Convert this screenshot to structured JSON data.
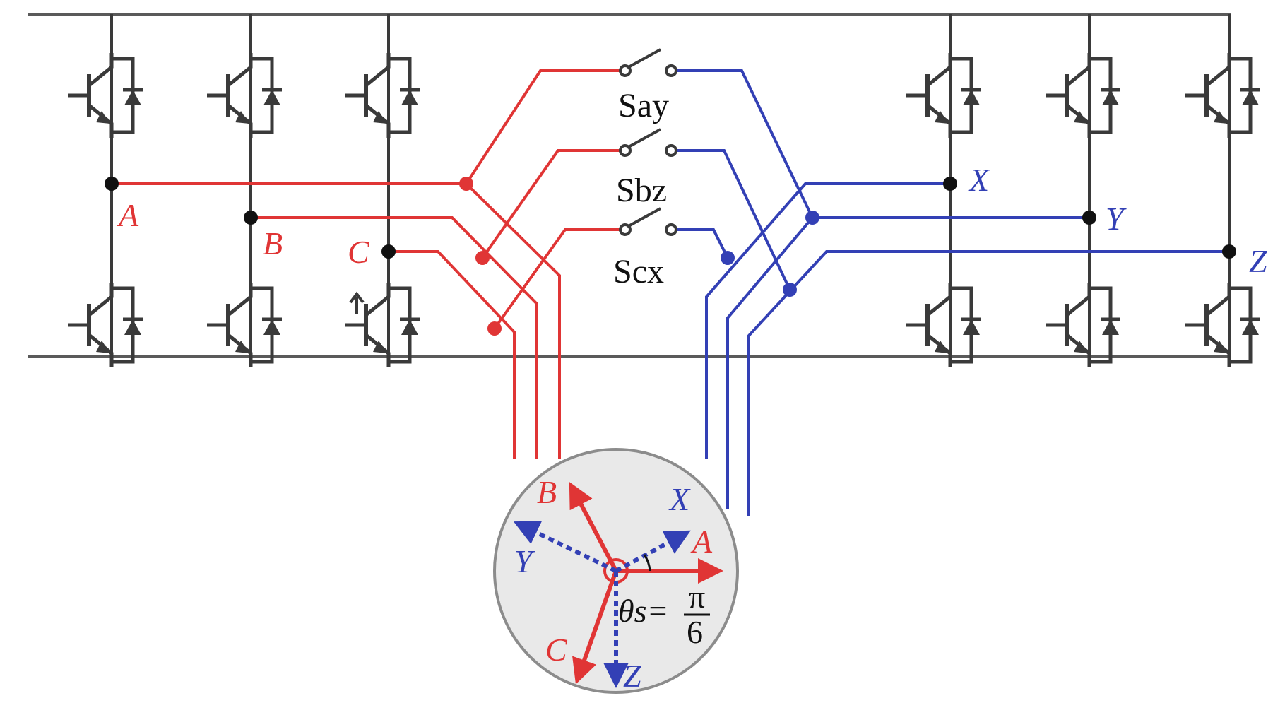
{
  "colors": {
    "red": "#e03535",
    "blue": "#3340b5",
    "dark": "#3a3a3a",
    "motor_fill": "#e9e9e9",
    "motor_edge": "#8c8c8c"
  },
  "phases_left": [
    {
      "key": "a",
      "label": "A"
    },
    {
      "key": "b",
      "label": "B"
    },
    {
      "key": "c",
      "label": "C"
    }
  ],
  "phases_right": [
    {
      "key": "x",
      "label": "X"
    },
    {
      "key": "y",
      "label": "Y"
    },
    {
      "key": "z",
      "label": "Z"
    }
  ],
  "switches": [
    {
      "key": "say",
      "label": "Say"
    },
    {
      "key": "sbz",
      "label": "Sbz"
    },
    {
      "key": "scx",
      "label": "Scx"
    }
  ],
  "motor": {
    "labels": {
      "B": "B",
      "X": "X",
      "Y": "Y",
      "A": "A",
      "C": "C",
      "Z": "Z"
    },
    "angle": {
      "lhs": "θs=",
      "numerator": "π",
      "denominator": "6"
    }
  }
}
